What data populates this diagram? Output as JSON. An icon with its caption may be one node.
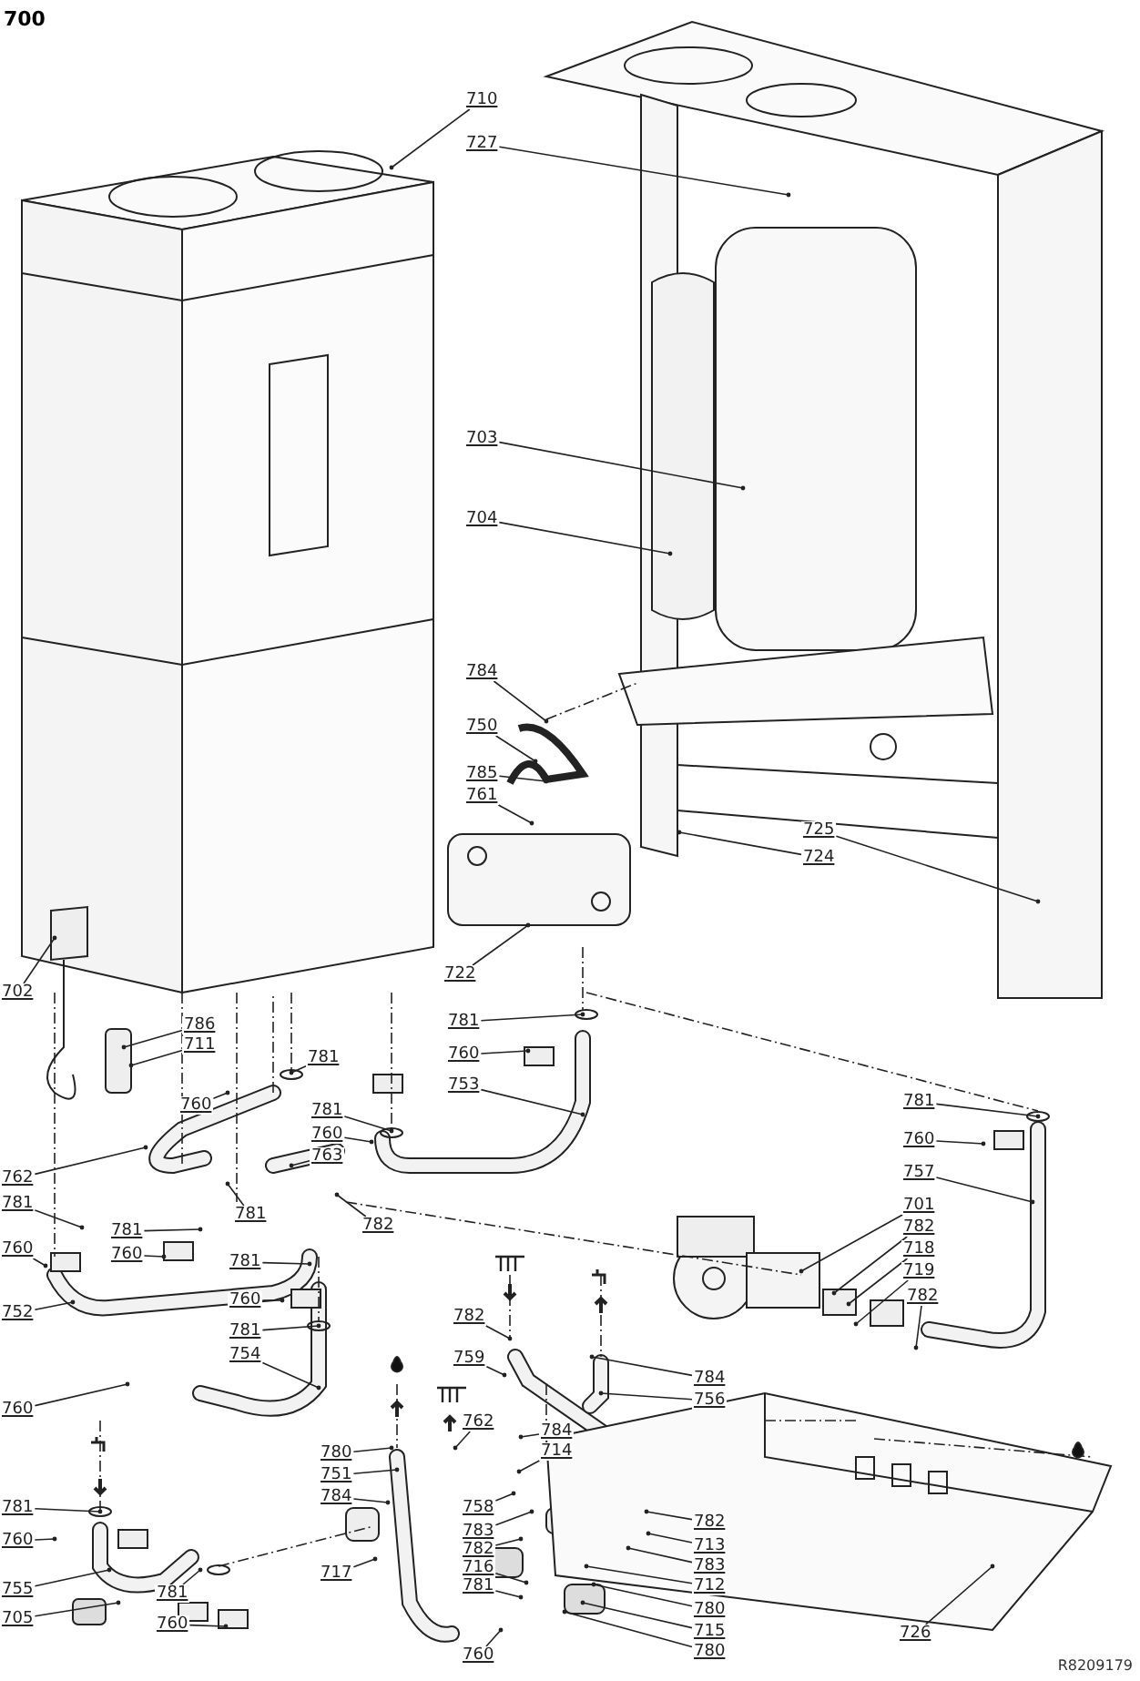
{
  "diagram": {
    "title": "700",
    "nodes": [
      {
        "text": [
          "710"
        ]
      },
      {
        "text": [
          "727"
        ]
      },
      {
        "text": [
          "703"
        ]
      },
      {
        "text": [
          "704"
        ]
      },
      {
        "text": [
          "784"
        ]
      },
      {
        "text": [
          "750"
        ]
      },
      {
        "text": [
          "785"
        ]
      },
      {
        "text": [
          "761"
        ]
      },
      {
        "text": [
          "725"
        ]
      },
      {
        "text": [
          "724"
        ]
      },
      {
        "text": [
          "722"
        ]
      },
      {
        "text": [
          "702"
        ]
      },
      {
        "text": [
          "786"
        ]
      },
      {
        "text": [
          "711"
        ]
      },
      {
        "text": [
          "781"
        ]
      },
      {
        "text": [
          "760"
        ]
      },
      {
        "text": [
          "781"
        ]
      },
      {
        "text": [
          "760"
        ]
      },
      {
        "text": [
          "753"
        ]
      },
      {
        "text": [
          "781"
        ]
      },
      {
        "text": [
          "760"
        ]
      },
      {
        "text": [
          "763"
        ]
      },
      {
        "text": [
          "762"
        ]
      },
      {
        "text": [
          "781"
        ]
      },
      {
        "text": [
          "781"
        ]
      },
      {
        "text": [
          "782"
        ]
      },
      {
        "text": [
          "760"
        ]
      },
      {
        "text": [
          "781"
        ]
      },
      {
        "text": [
          "760"
        ]
      },
      {
        "text": [
          "752"
        ]
      },
      {
        "text": [
          "781"
        ]
      },
      {
        "text": [
          "760"
        ]
      },
      {
        "text": [
          "781"
        ]
      },
      {
        "text": [
          "754"
        ]
      },
      {
        "text": [
          "760"
        ]
      },
      {
        "text": [
          "781"
        ]
      },
      {
        "text": [
          "760"
        ]
      },
      {
        "text": [
          "755"
        ]
      },
      {
        "text": [
          "705"
        ]
      },
      {
        "text": [
          "781"
        ]
      },
      {
        "text": [
          "760"
        ]
      },
      {
        "text": [
          "781"
        ]
      },
      {
        "text": [
          "760"
        ]
      },
      {
        "text": [
          "757"
        ]
      },
      {
        "text": [
          "701"
        ]
      },
      {
        "text": [
          "782"
        ]
      },
      {
        "text": [
          "718"
        ]
      },
      {
        "text": [
          "719"
        ]
      },
      {
        "text": [
          "782"
        ]
      },
      {
        "text": [
          "782"
        ]
      },
      {
        "text": [
          "759"
        ]
      },
      {
        "text": [
          "784"
        ]
      },
      {
        "text": [
          "756"
        ]
      },
      {
        "text": [
          "780"
        ]
      },
      {
        "text": [
          "751"
        ]
      },
      {
        "text": [
          "784"
        ]
      },
      {
        "text": [
          "717"
        ]
      },
      {
        "text": [
          "762"
        ]
      },
      {
        "text": [
          "784"
        ]
      },
      {
        "text": [
          "714"
        ]
      },
      {
        "text": [
          "758"
        ]
      },
      {
        "text": [
          "783"
        ]
      },
      {
        "text": [
          "782"
        ]
      },
      {
        "text": [
          "716"
        ]
      },
      {
        "text": [
          "781"
        ]
      },
      {
        "text": [
          "760"
        ]
      },
      {
        "text": [
          "782"
        ]
      },
      {
        "text": [
          "713"
        ]
      },
      {
        "text": [
          "783"
        ]
      },
      {
        "text": [
          "712"
        ]
      },
      {
        "text": [
          "780"
        ]
      },
      {
        "text": [
          "715"
        ]
      },
      {
        "text": [
          "780"
        ]
      },
      {
        "text": [
          "726"
        ]
      }
    ],
    "edges": [
      {
        "from": 0,
        "to": null,
        "arrow": "other"
      },
      {
        "from": 1,
        "to": null,
        "arrow": "other"
      },
      {
        "from": 2,
        "to": null,
        "arrow": "other"
      },
      {
        "from": 3,
        "to": null,
        "arrow": "other"
      },
      {
        "from": 4,
        "to": null,
        "arrow": "other"
      },
      {
        "from": 5,
        "to": null,
        "arrow": "other"
      },
      {
        "from": 6,
        "to": null,
        "arrow": "other"
      },
      {
        "from": 7,
        "to": null,
        "arrow": "other"
      },
      {
        "from": 8,
        "to": null,
        "arrow": "other"
      },
      {
        "from": 9,
        "to": null,
        "arrow": "other"
      },
      {
        "from": 10,
        "to": null,
        "arrow": "other"
      },
      {
        "from": 11,
        "to": null,
        "arrow": "other"
      },
      {
        "from": 12,
        "to": null,
        "arrow": "other"
      },
      {
        "from": 13,
        "to": null,
        "arrow": "other"
      },
      {
        "from": 14,
        "to": null,
        "arrow": "other"
      },
      {
        "from": 15,
        "to": null,
        "arrow": "other"
      },
      {
        "from": 16,
        "to": null,
        "arrow": "other"
      },
      {
        "from": 17,
        "to": null,
        "arrow": "other"
      },
      {
        "from": 18,
        "to": null,
        "arrow": "other"
      },
      {
        "from": 19,
        "to": null,
        "arrow": "other"
      },
      {
        "from": 20,
        "to": null,
        "arrow": "other"
      },
      {
        "from": 21,
        "to": null,
        "arrow": "other"
      },
      {
        "from": 22,
        "to": null,
        "arrow": "other"
      },
      {
        "from": 23,
        "to": null,
        "arrow": "other"
      },
      {
        "from": 24,
        "to": null,
        "arrow": "other"
      },
      {
        "from": 25,
        "to": null,
        "arrow": "other"
      },
      {
        "from": 26,
        "to": null,
        "arrow": "other"
      },
      {
        "from": 27,
        "to": null,
        "arrow": "other"
      },
      {
        "from": 28,
        "to": null,
        "arrow": "other"
      },
      {
        "from": 29,
        "to": null,
        "arrow": "other"
      },
      {
        "from": 30,
        "to": null,
        "arrow": "other"
      },
      {
        "from": 31,
        "to": null,
        "arrow": "other"
      },
      {
        "from": 32,
        "to": null,
        "arrow": "other"
      },
      {
        "from": 33,
        "to": null,
        "arrow": "other"
      },
      {
        "from": 34,
        "to": null,
        "arrow": "other"
      },
      {
        "from": 35,
        "to": null,
        "arrow": "other"
      },
      {
        "from": 36,
        "to": null,
        "arrow": "other"
      },
      {
        "from": 37,
        "to": null,
        "arrow": "other"
      },
      {
        "from": 38,
        "to": null,
        "arrow": "other"
      },
      {
        "from": 39,
        "to": null,
        "arrow": "other"
      },
      {
        "from": 40,
        "to": null,
        "arrow": "other"
      },
      {
        "from": 41,
        "to": null,
        "arrow": "other"
      },
      {
        "from": 42,
        "to": null,
        "arrow": "other"
      },
      {
        "from": 43,
        "to": null,
        "arrow": "other"
      },
      {
        "from": 44,
        "to": null,
        "arrow": "other"
      },
      {
        "from": 45,
        "to": null,
        "arrow": "other"
      },
      {
        "from": 46,
        "to": null,
        "arrow": "other"
      },
      {
        "from": 47,
        "to": null,
        "arrow": "other"
      },
      {
        "from": 48,
        "to": null,
        "arrow": "other"
      },
      {
        "from": 49,
        "to": null,
        "arrow": "other"
      },
      {
        "from": 50,
        "to": null,
        "arrow": "other"
      },
      {
        "from": 51,
        "to": null,
        "arrow": "other"
      },
      {
        "from": 52,
        "to": null,
        "arrow": "other"
      },
      {
        "from": 53,
        "to": null,
        "arrow": "other"
      },
      {
        "from": 54,
        "to": null,
        "arrow": "other"
      },
      {
        "from": 55,
        "to": null,
        "arrow": "other"
      },
      {
        "from": 56,
        "to": null,
        "arrow": "other"
      },
      {
        "from": 57,
        "to": null,
        "arrow": "other"
      },
      {
        "from": 58,
        "to": null,
        "arrow": "other"
      },
      {
        "from": 59,
        "to": null,
        "arrow": "other"
      },
      {
        "from": 60,
        "to": null,
        "arrow": "other"
      },
      {
        "from": 61,
        "to": null,
        "arrow": "other"
      },
      {
        "from": 62,
        "to": null,
        "arrow": "other"
      },
      {
        "from": 63,
        "to": null,
        "arrow": "other"
      },
      {
        "from": 64,
        "to": null,
        "arrow": "other"
      },
      {
        "from": 65,
        "to": null,
        "arrow": "other"
      },
      {
        "from": 66,
        "to": null,
        "arrow": "other"
      },
      {
        "from": 67,
        "to": null,
        "arrow": "other"
      },
      {
        "from": 68,
        "to": null,
        "arrow": "other"
      },
      {
        "from": 69,
        "to": null,
        "arrow": "other"
      },
      {
        "from": 70,
        "to": null,
        "arrow": "other"
      },
      {
        "from": 71,
        "to": null,
        "arrow": "other"
      },
      {
        "from": 72,
        "to": null,
        "arrow": "other"
      },
      {
        "from": 73,
        "to": null,
        "arrow": "other"
      }
    ],
    "labels": [
      "R8209179"
    ]
  }
}
